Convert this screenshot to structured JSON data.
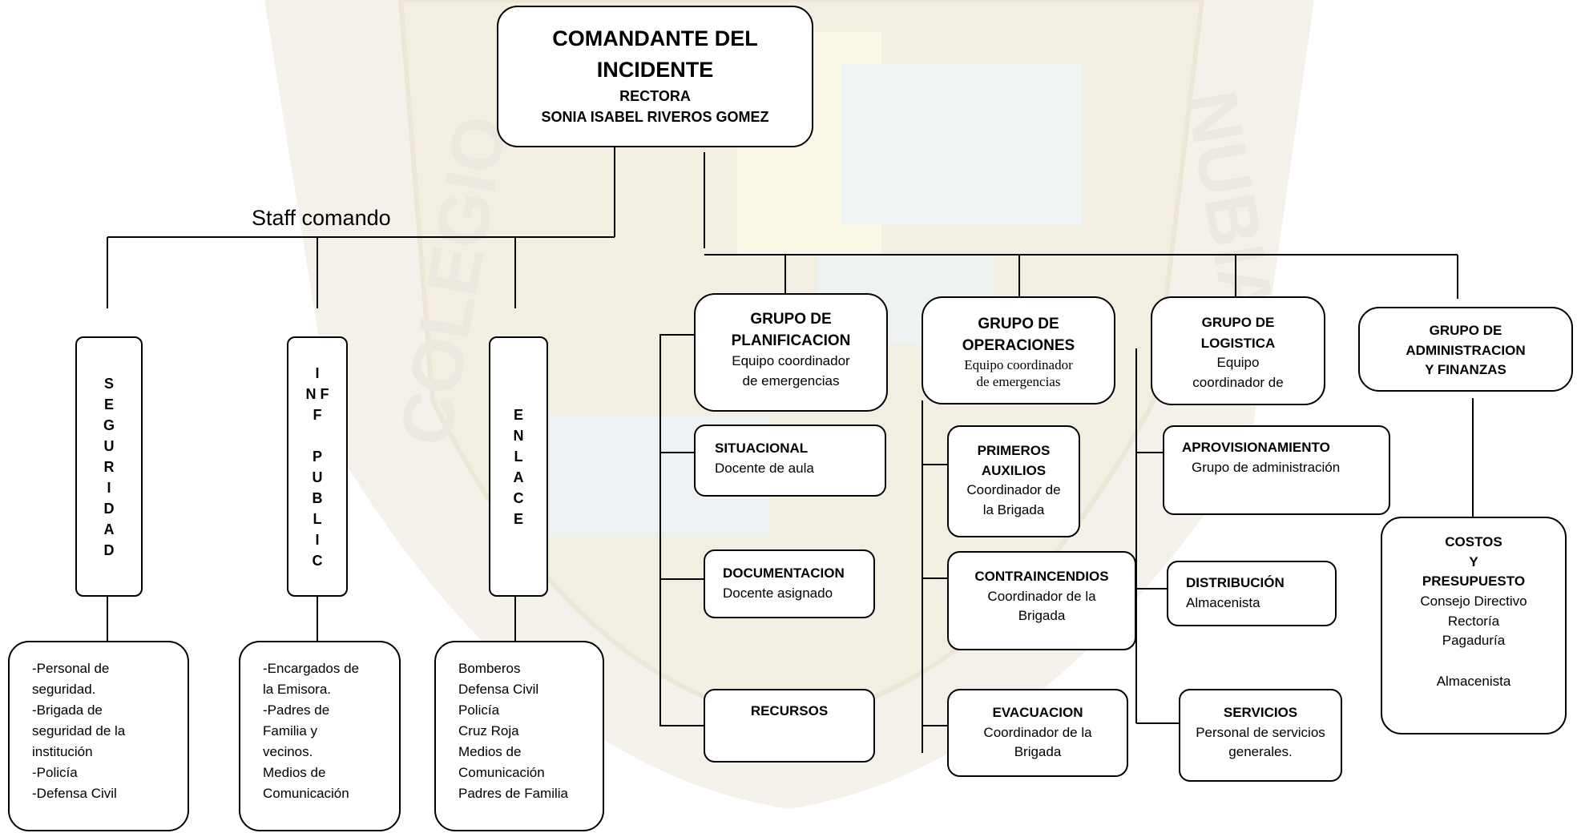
{
  "commander": {
    "title_line1": "COMANDANTE DEL",
    "title_line2": "INCIDENTE",
    "role": "RECTORA",
    "name": "SONIA ISABEL RIVEROS GOMEZ"
  },
  "staff_label": "Staff comando",
  "staff": {
    "seguridad": {
      "letters": [
        "S",
        "E",
        "G",
        "U",
        "R",
        "I",
        "D",
        "A",
        "D"
      ],
      "members": [
        "-Personal de",
        "seguridad.",
        "-Brigada de",
        "seguridad de la",
        "institución",
        "-Policía",
        "-Defensa Civil"
      ]
    },
    "inf_public": {
      "letters": [
        "I",
        "N F",
        "",
        "F",
        "",
        "P",
        "U",
        "B",
        "L",
        "I",
        "C"
      ],
      "members": [
        "-Encargados de",
        "la Emisora.",
        "-Padres de",
        "Familia y",
        "vecinos.",
        "Medios de",
        "Comunicación"
      ]
    },
    "enlace": {
      "letters": [
        "E",
        "N",
        "L",
        "A",
        "C",
        "E"
      ],
      "members": [
        "Bomberos",
        "Defensa Civil",
        "Policía",
        "Cruz Roja",
        "Medios de",
        "Comunicación",
        "Padres de Familia"
      ]
    }
  },
  "groups": {
    "planificacion": {
      "title": [
        "GRUPO DE",
        "PLANIFICACION"
      ],
      "desc": [
        "Equipo coordinador",
        "de emergencias"
      ],
      "subs": [
        {
          "title": "SITUACIONAL",
          "desc": "Docente de aula"
        },
        {
          "title": "DOCUMENTACION",
          "desc": "Docente asignado"
        },
        {
          "title": "RECURSOS",
          "desc": ""
        }
      ]
    },
    "operaciones": {
      "title": [
        "GRUPO DE",
        "OPERACIONES"
      ],
      "desc": [
        "Equipo coordinador",
        "de emergencias"
      ],
      "subs": [
        {
          "title": [
            "PRIMEROS",
            "AUXILIOS"
          ],
          "desc": [
            "Coordinador de",
            "la Brigada"
          ]
        },
        {
          "title": [
            "CONTRAINCENDIOS"
          ],
          "desc": [
            "Coordinador de la",
            "Brigada"
          ]
        },
        {
          "title": [
            "EVACUACION"
          ],
          "desc": [
            "Coordinador de la",
            "Brigada"
          ]
        }
      ]
    },
    "logistica": {
      "title": [
        "GRUPO DE",
        "LOGISTICA"
      ],
      "desc": [
        "Equipo",
        "coordinador de"
      ],
      "subs": [
        {
          "title": "APROVISIONAMIENTO",
          "desc": "Grupo de administración"
        },
        {
          "title": "DISTRIBUCIÓN",
          "desc": "Almacenista"
        },
        {
          "title": "SERVICIOS",
          "desc": [
            "Personal de servicios",
            "generales."
          ]
        }
      ]
    },
    "administracion": {
      "title": [
        "GRUPO DE",
        "ADMINISTRACION",
        "Y FINANZAS"
      ],
      "sub": {
        "title": [
          "COSTOS",
          "Y",
          "PRESUPUESTO"
        ],
        "desc": [
          "Consejo Directivo",
          "Rectoría",
          "Pagaduría",
          "",
          "Almacenista"
        ]
      }
    }
  }
}
